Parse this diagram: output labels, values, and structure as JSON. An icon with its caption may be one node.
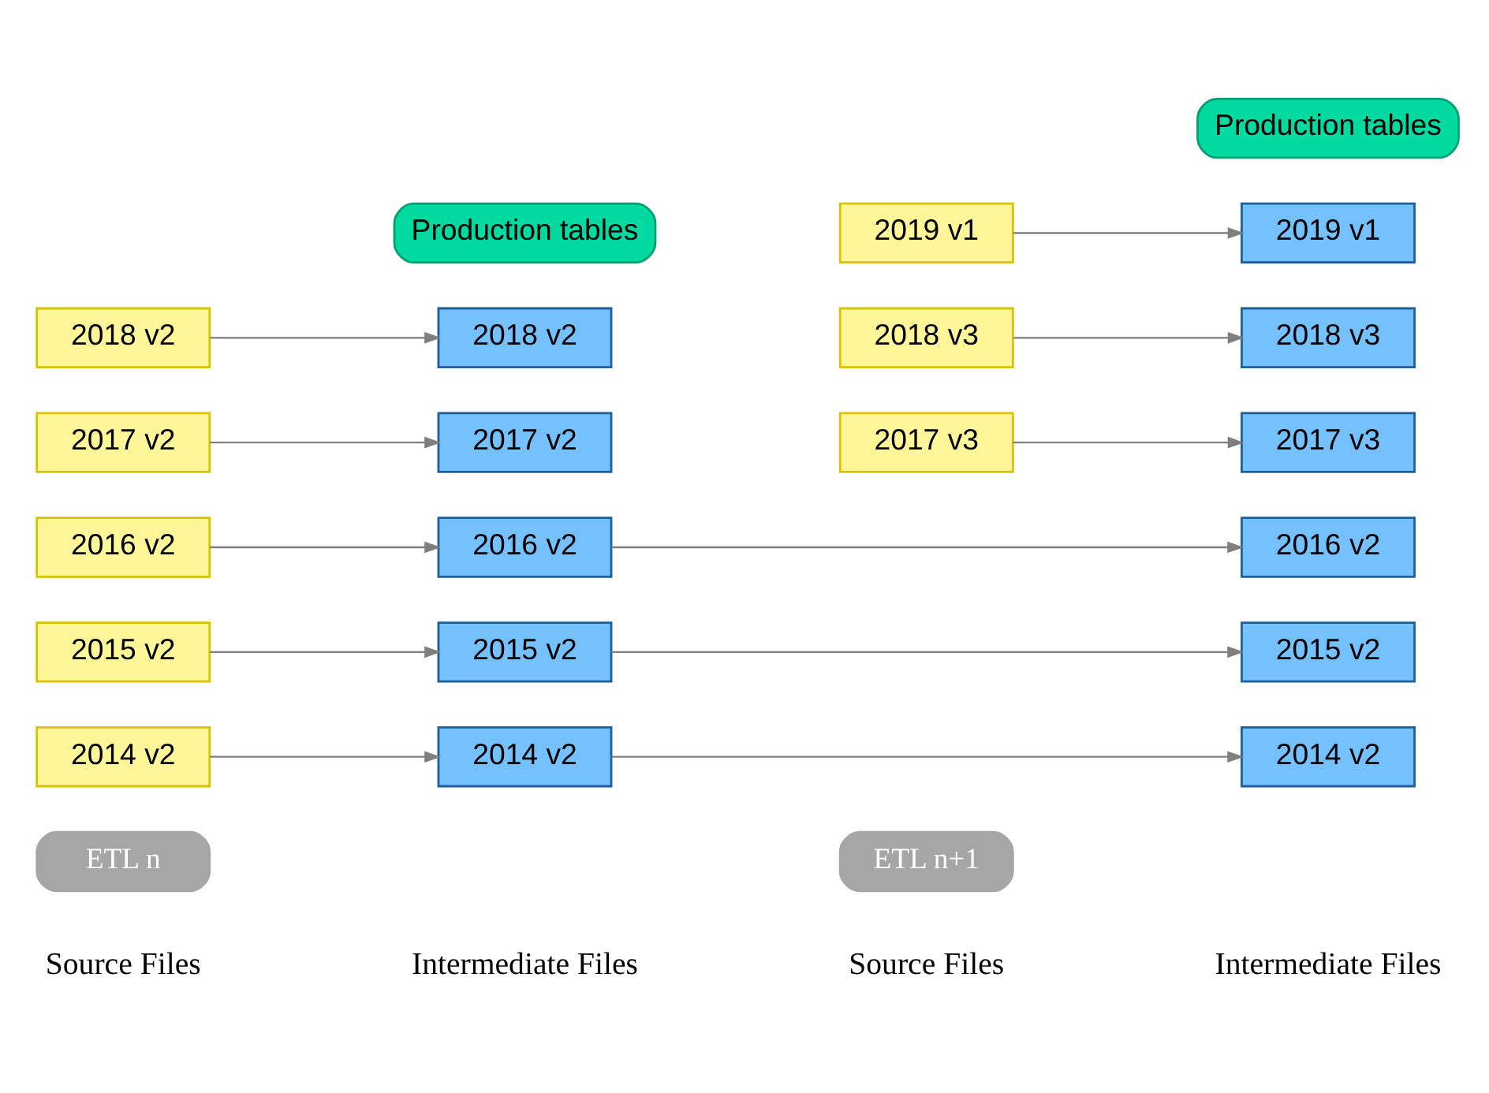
{
  "diagram": {
    "nodes": [
      {
        "text": [
          "ETL n"
        ]
      },
      {
        "text": [
          "ETL n+1"
        ]
      },
      {
        "text": [
          "2014 v2"
        ]
      },
      {
        "text": [
          "2015 v2"
        ]
      },
      {
        "text": [
          "2016 v2"
        ]
      },
      {
        "text": [
          "2017 v2"
        ]
      },
      {
        "text": [
          "2018 v2"
        ]
      },
      {
        "text": [
          "2014 v2"
        ]
      },
      {
        "text": [
          "2015 v2"
        ]
      },
      {
        "text": [
          "2016 v2"
        ]
      },
      {
        "text": [
          "2017 v2"
        ]
      },
      {
        "text": [
          "2018 v2"
        ]
      },
      {
        "text": [
          "Production tables"
        ]
      },
      {
        "text": [
          "2017 v3"
        ]
      },
      {
        "text": [
          "2018 v3"
        ]
      },
      {
        "text": [
          "2019 v1"
        ]
      },
      {
        "text": [
          "2014 v2"
        ]
      },
      {
        "text": [
          "2015 v2"
        ]
      },
      {
        "text": [
          "2016 v2"
        ]
      },
      {
        "text": [
          "2017 v3"
        ]
      },
      {
        "text": [
          "2018 v3"
        ]
      },
      {
        "text": [
          "2019 v1"
        ]
      },
      {
        "text": [
          "Production tables"
        ]
      }
    ],
    "edges": [
      {
        "from": 2,
        "to": 7,
        "arrow": "to"
      },
      {
        "from": 3,
        "to": 8,
        "arrow": "to"
      },
      {
        "from": 4,
        "to": 9,
        "arrow": "to"
      },
      {
        "from": 5,
        "to": 10,
        "arrow": "to"
      },
      {
        "from": 6,
        "to": 11,
        "arrow": "to"
      },
      {
        "from": 7,
        "to": 16,
        "arrow": "to"
      },
      {
        "from": 8,
        "to": 17,
        "arrow": "to"
      },
      {
        "from": 9,
        "to": 18,
        "arrow": "to"
      },
      {
        "from": 13,
        "to": 19,
        "arrow": "to"
      },
      {
        "from": 14,
        "to": 20,
        "arrow": "to"
      },
      {
        "from": 15,
        "to": 21,
        "arrow": "to"
      }
    ],
    "labels": [
      "Source Files",
      "Intermediate Files",
      "Source Files",
      "Intermediate Files"
    ]
  }
}
